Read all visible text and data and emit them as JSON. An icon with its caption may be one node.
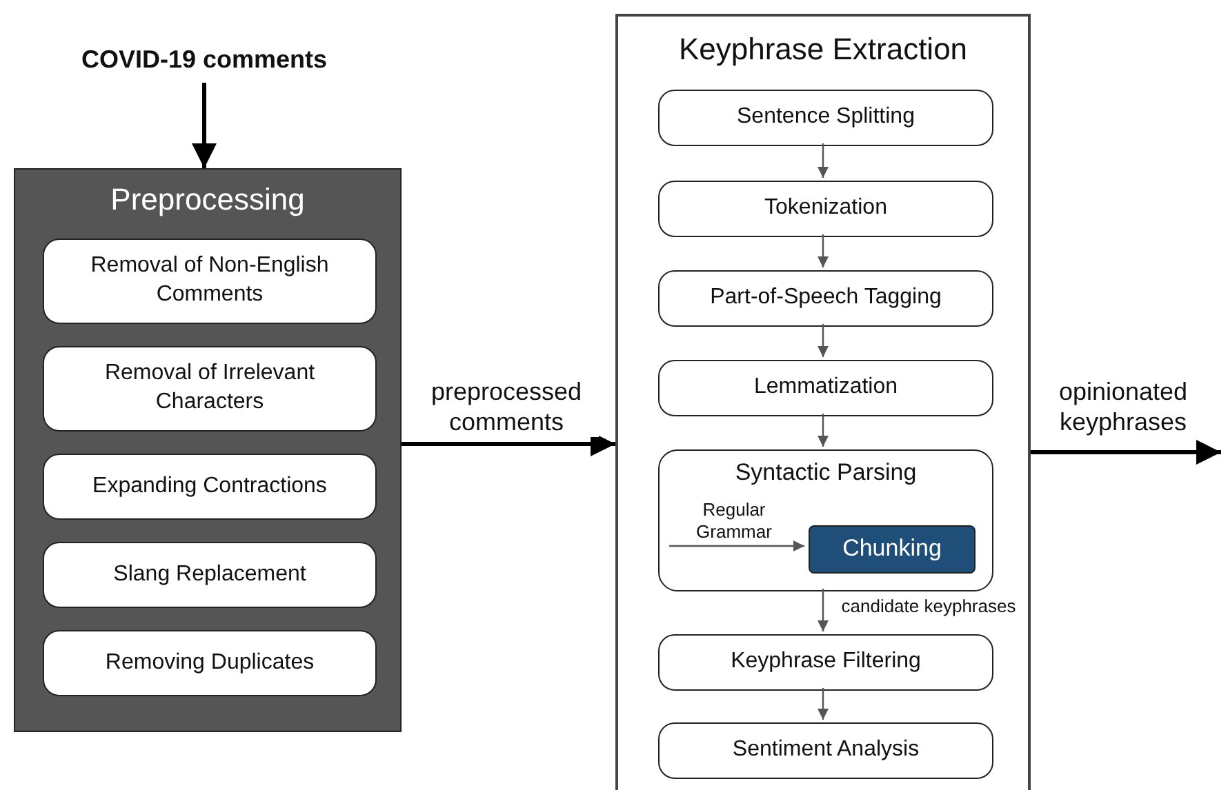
{
  "diagram": {
    "nodes": [
      {
        "text": [
          "COVID-19 comments"
        ]
      },
      {
        "text": [
          "Preprocessing"
        ]
      },
      {
        "text": [
          "Removal of Non-English Comments"
        ],
        "in": 1
      },
      {
        "text": [
          "Removal of Irrelevant Characters"
        ],
        "in": 1
      },
      {
        "text": [
          "Expanding Contractions"
        ],
        "in": 1
      },
      {
        "text": [
          "Slang Replacement"
        ],
        "in": 1
      },
      {
        "text": [
          "Removing Duplicates"
        ],
        "in": 1
      },
      {
        "text": [
          "Keyphrase Extraction"
        ]
      },
      {
        "text": [
          "Sentence Splitting"
        ],
        "in": 7
      },
      {
        "text": [
          "Tokenization"
        ],
        "in": 7
      },
      {
        "text": [
          "Part-of-Speech Tagging"
        ],
        "in": 7
      },
      {
        "text": [
          "Lemmatization"
        ],
        "in": 7
      },
      {
        "text": [
          "Syntactic Parsing"
        ],
        "in": 7
      },
      {
        "text": [
          "Chunking"
        ],
        "in": 12
      },
      {
        "text": [
          "Keyphrase Filtering"
        ],
        "in": 7
      },
      {
        "text": [
          "Sentiment Analysis"
        ],
        "in": 7
      }
    ],
    "edges": [
      {
        "from": 0,
        "to": 1,
        "arrow": "to",
        "style": "thick",
        "color": "#000000"
      },
      {
        "from": 1,
        "to": 7,
        "arrow": "to",
        "label": "preprocessed comments",
        "style": "thick",
        "color": "#000000"
      },
      {
        "from": 7,
        "to": null,
        "arrow": "to",
        "label": "opinionated keyphrases",
        "style": "thick",
        "color": "#000000"
      },
      {
        "from": 8,
        "to": 9,
        "arrow": "to"
      },
      {
        "from": 9,
        "to": 10,
        "arrow": "to"
      },
      {
        "from": 10,
        "to": 11,
        "arrow": "to"
      },
      {
        "from": 11,
        "to": 12,
        "arrow": "to"
      },
      {
        "from": null,
        "to": 13,
        "arrow": "to",
        "label": "Regular Grammar"
      },
      {
        "from": 12,
        "to": 14,
        "arrow": "to",
        "label": "candidate keyphrases"
      },
      {
        "from": 14,
        "to": 15,
        "arrow": "to"
      }
    ]
  }
}
